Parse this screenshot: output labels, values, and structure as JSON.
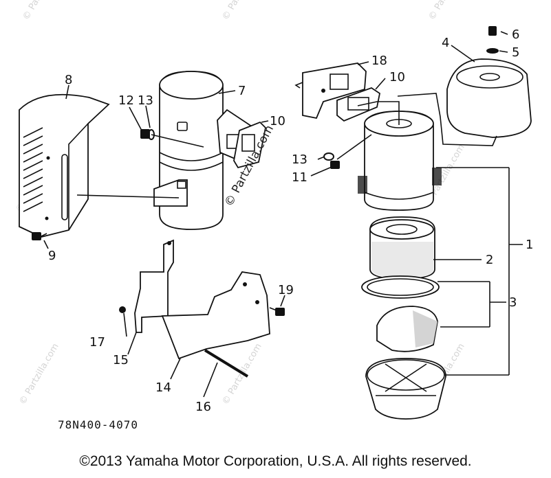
{
  "diagram": {
    "callouts": {
      "c1": "1",
      "c2": "2",
      "c3": "3",
      "c4": "4",
      "c5": "5",
      "c6": "6",
      "c7": "7",
      "c8": "8",
      "c9": "9",
      "c10a": "10",
      "c10b": "10",
      "c11": "11",
      "c12": "12",
      "c13a": "13",
      "c13b": "13",
      "c14": "14",
      "c15": "15",
      "c16": "16",
      "c17": "17",
      "c18": "18",
      "c19": "19"
    },
    "part_code": "78N400-4070",
    "watermark_center": "© Partzilla.com",
    "watermark_faint": "© Partzilla.com"
  },
  "footer": {
    "copyright": "©2013 Yamaha Motor Corporation, U.S.A. All rights reserved."
  },
  "colors": {
    "line": "#111111",
    "shade": "#cfcfcf",
    "watermark": "#d4d4d4"
  }
}
